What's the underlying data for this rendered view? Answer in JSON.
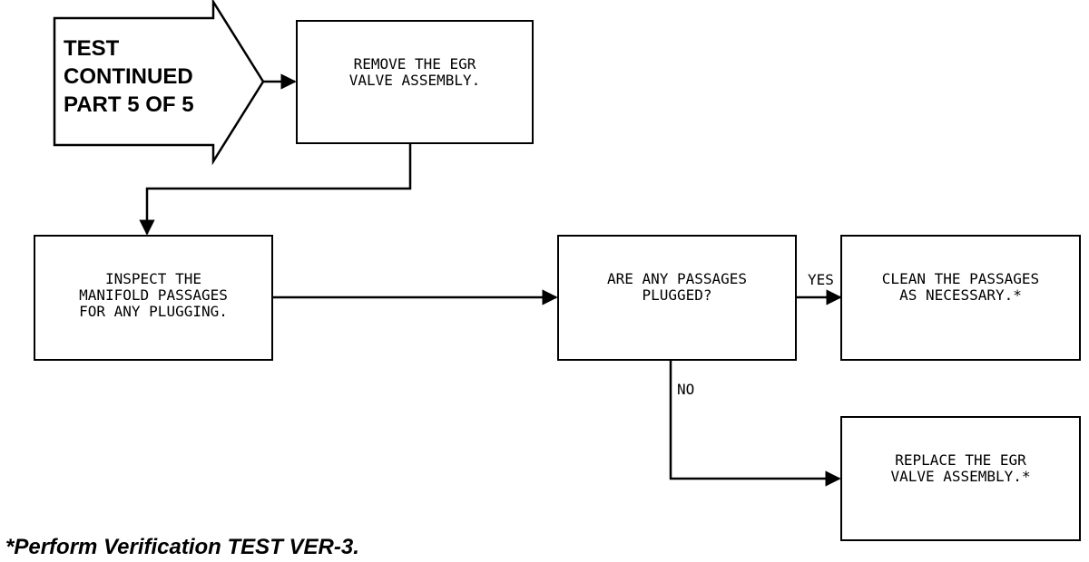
{
  "entry": {
    "label": "TEST\nCONTINUED\nPART 5 OF 5"
  },
  "boxes": {
    "remove": "REMOVE THE EGR\nVALVE ASSEMBLY.",
    "inspect": "INSPECT THE\nMANIFOLD PASSAGES\nFOR ANY PLUGGING.",
    "question": "ARE ANY PASSAGES\nPLUGGED?",
    "clean": "CLEAN THE PASSAGES\nAS NECESSARY.*",
    "replace": "REPLACE THE EGR\nVALVE ASSEMBLY.*"
  },
  "branches": {
    "yes": "YES",
    "no": "NO"
  },
  "footnote": "*Perform Verification TEST VER-3."
}
